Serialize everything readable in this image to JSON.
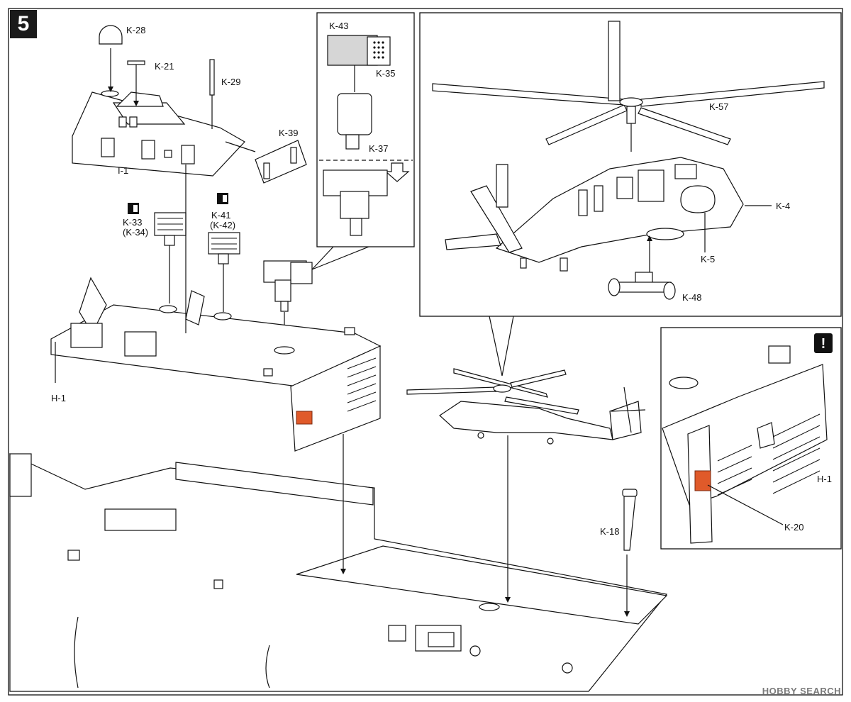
{
  "step": {
    "number": "5"
  },
  "parts": {
    "k28": "K-28",
    "k21": "K-21",
    "k29": "K-29",
    "k39": "K-39",
    "i1": "I-1",
    "k33": "K-33",
    "k34": "(K-34)",
    "k41": "K-41",
    "k42": "(K-42)",
    "k43": "K-43",
    "k35": "K-35",
    "k37": "K-37",
    "h1": "H-1",
    "k57": "K-57",
    "k4": "K-4",
    "k5": "K-5",
    "k48": "K-48",
    "k18": "K-18",
    "h1_detail": "H-1",
    "k20": "K-20"
  },
  "icons": {
    "warning": "!",
    "orientation": "mirror-orientation-icon"
  },
  "colors": {
    "highlight": "#e05a2a",
    "badge": "#1a1a1a",
    "grey_part": "#d6d6d6"
  },
  "watermark": {
    "text": "HOBBY SEARCH"
  }
}
